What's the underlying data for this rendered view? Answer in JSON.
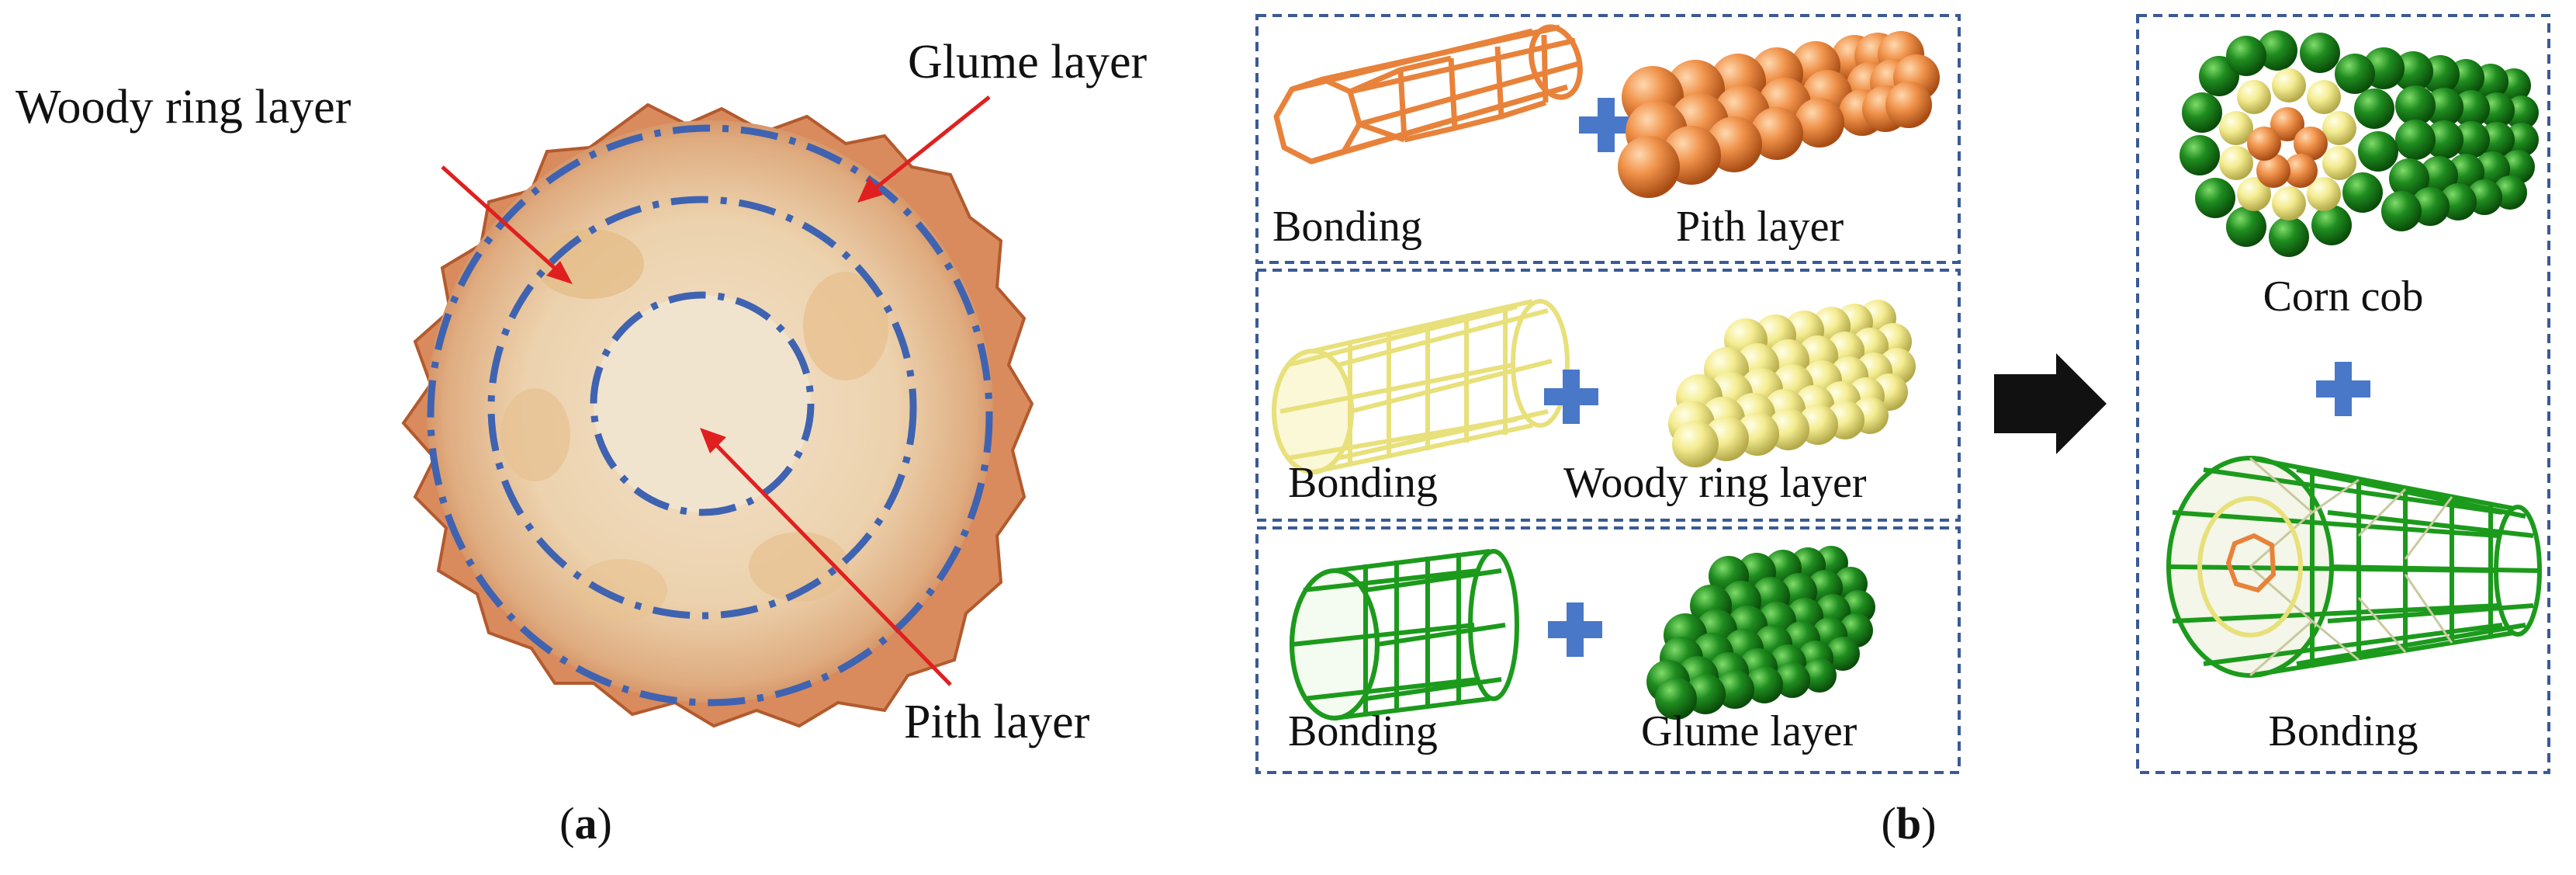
{
  "panel_a": {
    "caption": "a",
    "labels": {
      "woody": "Woody ring layer",
      "glume": "Glume layer",
      "pith": "Pith layer"
    }
  },
  "panel_b": {
    "caption": "b",
    "rows": [
      {
        "left": "Bonding",
        "right": "Pith layer",
        "color": "#f0924a"
      },
      {
        "left": "Bonding",
        "right": "Woody ring layer",
        "color": "#f7f09a"
      },
      {
        "left": "Bonding",
        "right": "Glume layer",
        "color": "#1f8c1f"
      }
    ],
    "result": {
      "top": "Corn cob",
      "bottom": "Bonding"
    }
  },
  "colors": {
    "frame": "#3a5a95",
    "plus": "#4a78c8",
    "arrow_label": "#e02020",
    "arrow": "#111111",
    "ring": "#3f63b0"
  }
}
